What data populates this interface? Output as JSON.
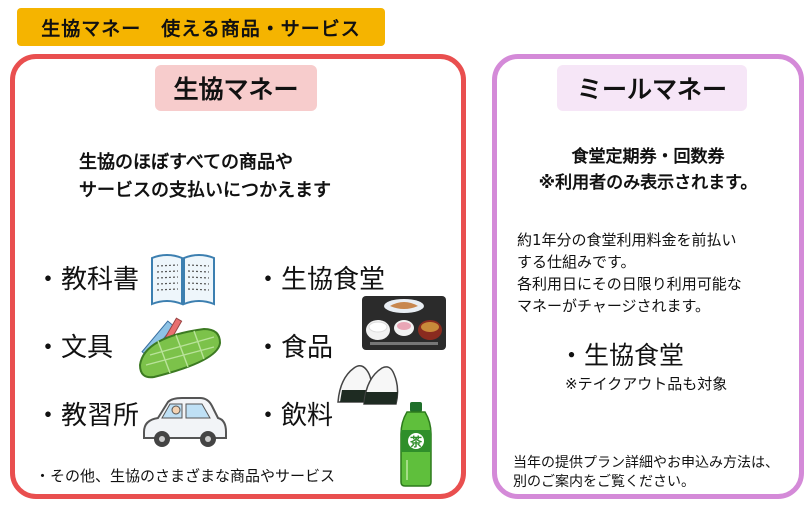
{
  "header": {
    "title": "生協マネー　使える商品・サービス"
  },
  "coop_money": {
    "title": "生協マネー",
    "lead_lines": [
      "生協のほぼすべての商品や",
      "サービスの支払いにつかえます"
    ],
    "items": [
      "・教科書",
      "・文具",
      "・教習所",
      "・生協食堂",
      "・食品",
      "・飲料"
    ],
    "footnote": "・その他、生協のさまざまな商品やサービス",
    "drink_label": "茶"
  },
  "meal_money": {
    "title": "ミールマネー",
    "lead_lines": [
      "食堂定期券・回数券",
      "※利用者のみ表示されます。"
    ],
    "body_lines": [
      "約1年分の食堂利用料金を前払い",
      "する仕組みです。",
      "各利用日にその日限り利用可能な",
      "マネーがチャージされます。"
    ],
    "cafeteria": "・生協食堂",
    "cafeteria_note": "※テイクアウト品も対象",
    "footer_lines": [
      "当年の提供プラン詳細やお申込み方法は、",
      "別のご案内をご覧ください。"
    ]
  },
  "colors": {
    "badge": "#f5b400",
    "left_border": "#e94f4f",
    "right_border": "#d48ad8"
  },
  "icons": [
    "book-icon",
    "pencil-case-icon",
    "car-icon",
    "meal-tray-icon",
    "rice-ball-icon",
    "tea-bottle-icon"
  ]
}
